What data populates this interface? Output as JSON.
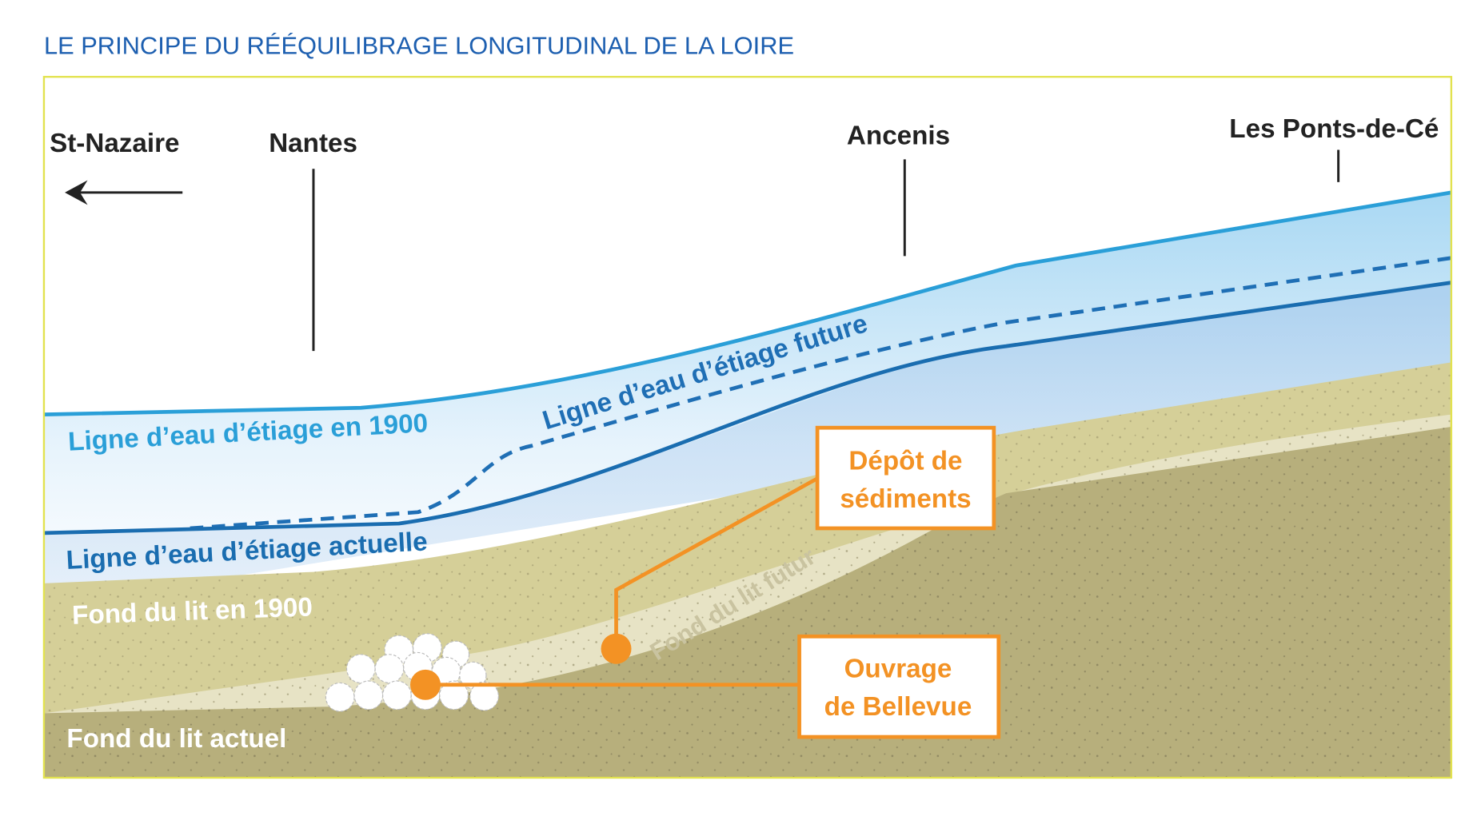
{
  "title": "LE PRINCIPE DU RÉÉQUILIBRAGE LONGITUDINAL DE LA LOIRE",
  "places": {
    "st_nazaire": "St-Nazaire",
    "nantes": "Nantes",
    "ancenis": "Ancenis",
    "ponts_de_ce": "Les Ponts-de-Cé"
  },
  "lines": {
    "water_1900": "Ligne d’eau d’étiage en 1900",
    "water_future": "Ligne d’eau d’étiage future",
    "water_current": "Ligne d’eau d’étiage actuelle",
    "bed_1900": "Fond du lit en 1900",
    "bed_future": "Fond du lit futur",
    "bed_current": "Fond du lit actuel"
  },
  "callouts": {
    "deposit_line1": "Dépôt de",
    "deposit_line2": "sédiments",
    "structure_line1": "Ouvrage",
    "structure_line2": "de Bellevue"
  },
  "colors": {
    "title": "#1d5fb0",
    "water_1900": "#2a9fd8",
    "water_current": "#1a6db0",
    "callout": "#f39224",
    "frame": "#e2e24f"
  }
}
